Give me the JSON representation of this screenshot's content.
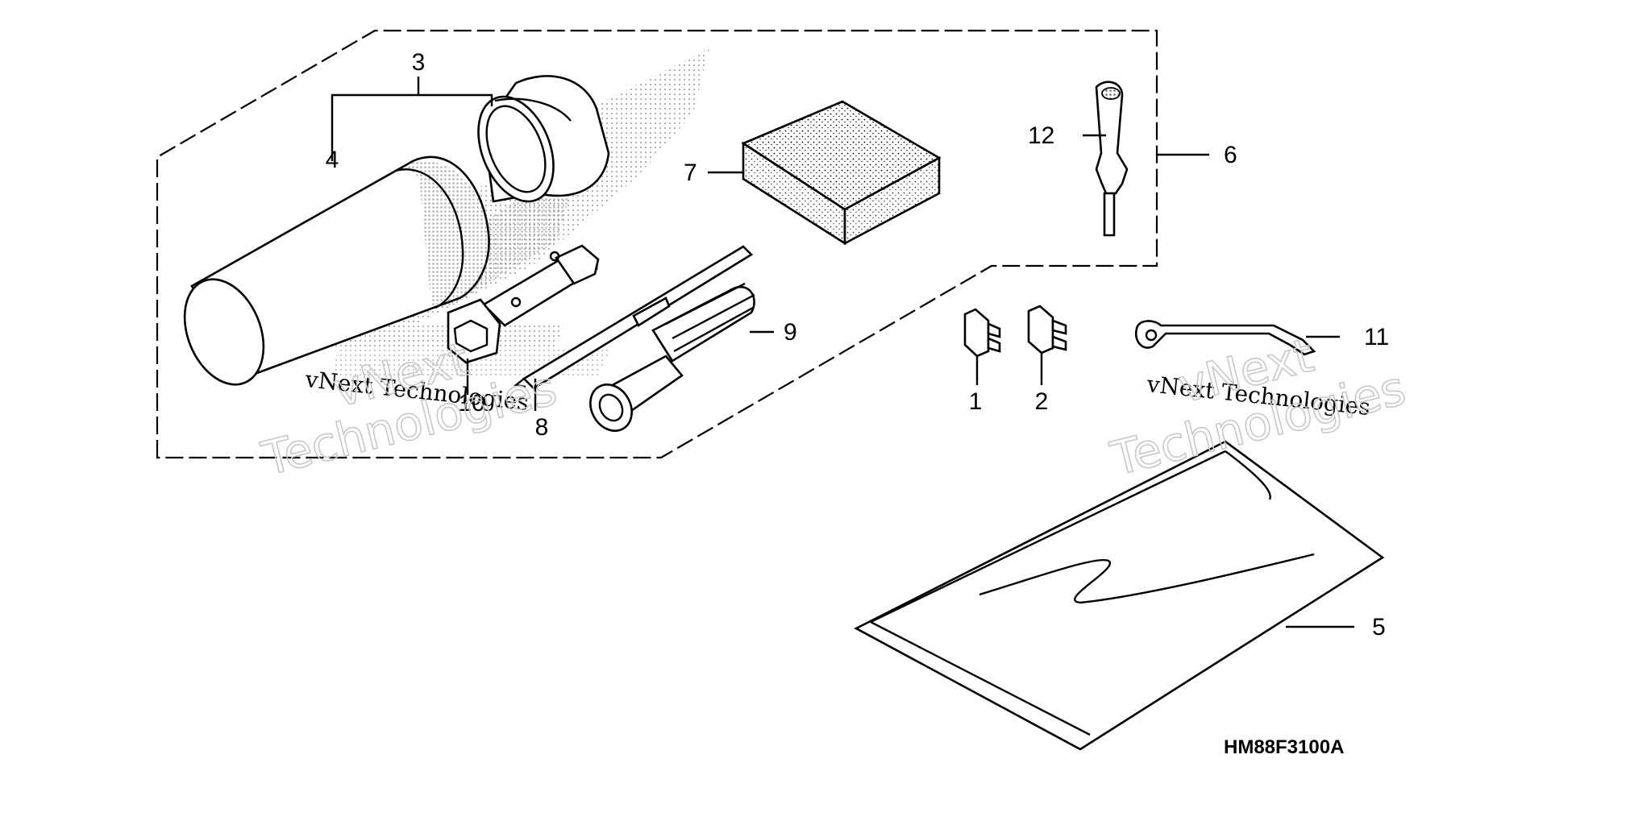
{
  "diagram": {
    "code": "HM88F3100A",
    "callouts": {
      "c1": "1",
      "c2": "2",
      "c3": "3",
      "c4": "4",
      "c5": "5",
      "c6": "6",
      "c7": "7",
      "c8": "8",
      "c9": "9",
      "c10": "10",
      "c11": "11",
      "c12": "12"
    },
    "watermarks": {
      "small_left": "vNext Technologies",
      "small_right": "vNext Technologies",
      "big_left_line1": "vNext",
      "big_left_line2": "Technologies",
      "big_right_line1": "vNext",
      "big_right_line2": "Technologies"
    }
  }
}
